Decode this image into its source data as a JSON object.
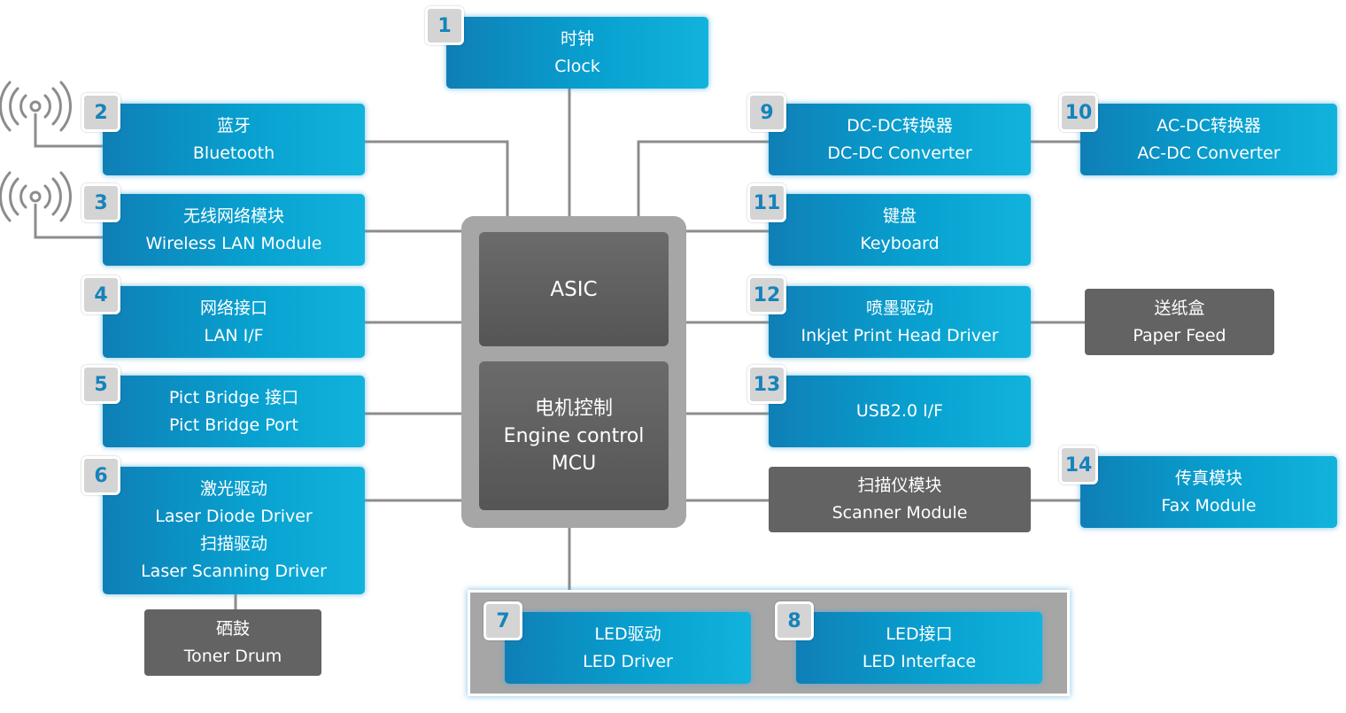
{
  "center": {
    "asic": "ASIC",
    "engine_cn": "电机控制",
    "engine_en": "Engine control",
    "engine_mcu": "MCU"
  },
  "blocks": {
    "clock": {
      "num": "1",
      "cn": "时钟",
      "en": "Clock"
    },
    "bluetooth": {
      "num": "2",
      "cn": "蓝牙",
      "en": "Bluetooth"
    },
    "wlan": {
      "num": "3",
      "cn": "无线网络模块",
      "en": "Wireless LAN Module"
    },
    "lan": {
      "num": "4",
      "cn": "网络接口",
      "en": "LAN I/F"
    },
    "pict": {
      "num": "5",
      "cn": "Pict Bridge 接口",
      "en": "Pict Bridge Port"
    },
    "laser": {
      "num": "6",
      "cn": "激光驱动",
      "en": "Laser Diode Driver",
      "cn2": "扫描驱动",
      "en2": "Laser Scanning Driver"
    },
    "led_driver": {
      "num": "7",
      "cn": "LED驱动",
      "en": "LED Driver"
    },
    "led_if": {
      "num": "8",
      "cn": "LED接口",
      "en": "LED Interface"
    },
    "dcdc": {
      "num": "9",
      "cn": "DC-DC转换器",
      "en": "DC-DC Converter"
    },
    "acdc": {
      "num": "10",
      "cn": "AC-DC转换器",
      "en": "AC-DC Converter"
    },
    "keyboard": {
      "num": "11",
      "cn": "键盘",
      "en": "Keyboard"
    },
    "inkjet": {
      "num": "12",
      "cn": "喷墨驱动",
      "en": "Inkjet Print Head Driver"
    },
    "usb": {
      "num": "13",
      "en": "USB2.0 I/F"
    },
    "fax": {
      "num": "14",
      "cn": "传真模块",
      "en": "Fax Module"
    }
  },
  "peripherals": {
    "toner": {
      "cn": "硒鼓",
      "en": "Toner Drum"
    },
    "paper": {
      "cn": "送纸盒",
      "en": "Paper Feed"
    },
    "scanner": {
      "cn": "扫描仪模块",
      "en": "Scanner Module"
    }
  },
  "colors": {
    "block_blue": "#0a93c8",
    "number_text": "#1683bb",
    "number_bg": "#d4d4d4",
    "center_gray": "#a6a6a6",
    "dark_gray": "#636363",
    "wire": "#8c8c8c"
  },
  "icons": [
    "antenna-icon",
    "antenna-icon"
  ]
}
